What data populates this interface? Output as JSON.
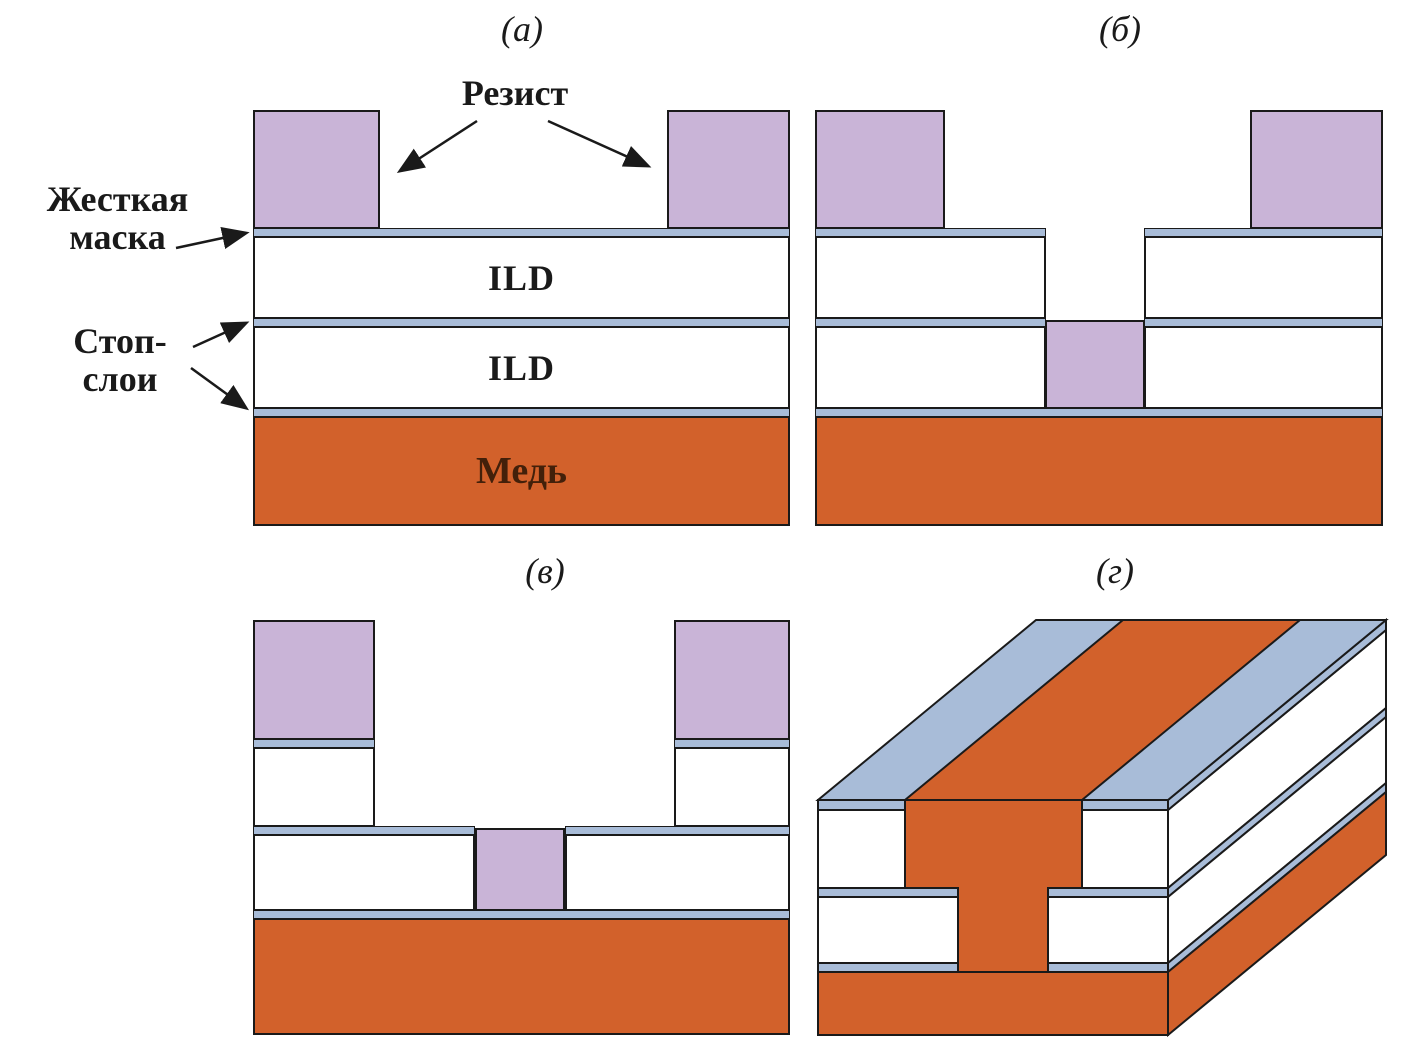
{
  "figure": {
    "panels": {
      "a": {
        "label": "(а)"
      },
      "b": {
        "label": "(б)"
      },
      "v": {
        "label": "(в)"
      },
      "g": {
        "label": "(г)"
      }
    },
    "annotations": {
      "resist": "Резист",
      "hard_mask": {
        "line1": "Жесткая",
        "line2": "маска"
      },
      "stop_layers": {
        "line1": "Стоп-",
        "line2": "слои"
      }
    },
    "layers": {
      "ild_top": "ILD",
      "ild_bottom": "ILD",
      "copper": "Медь"
    }
  },
  "colors": {
    "background": "#ffffff",
    "resist": "#c9b4d7",
    "stop_layer": "#a8bcd8",
    "copper": "#d2612b",
    "copper_text": "#43200a",
    "outline": "#1a1a1a"
  }
}
